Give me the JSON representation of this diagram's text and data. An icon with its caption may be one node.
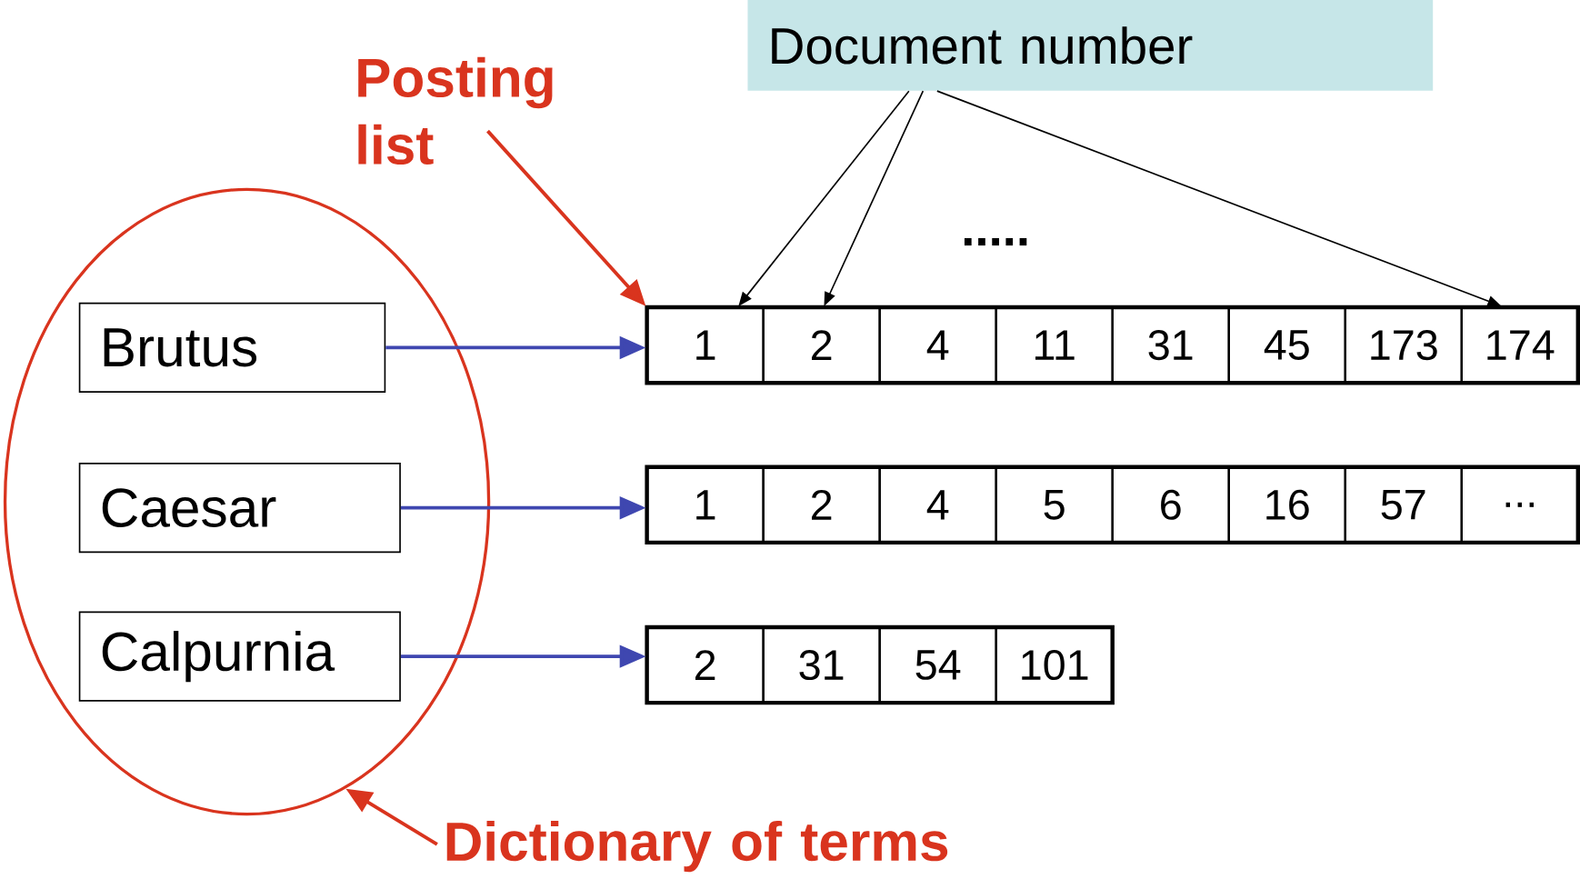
{
  "diagram": {
    "nodes": [
      {
        "text": [
          "Document number"
        ]
      },
      {
        "text": [
          "Posting list"
        ]
      },
      {
        "text": [],
        "shape": "circle"
      },
      {
        "text": [
          "Brutus"
        ],
        "in": 2
      },
      {
        "text": [
          "1"
        ]
      },
      {
        "text": [
          "2"
        ]
      },
      {
        "text": [
          "4"
        ]
      },
      {
        "text": [
          "11"
        ]
      },
      {
        "text": [
          "31"
        ]
      },
      {
        "text": [
          "45"
        ]
      },
      {
        "text": [
          "173"
        ]
      },
      {
        "text": [
          "174"
        ]
      },
      {
        "text": [
          "Caesar"
        ],
        "in": 2
      },
      {
        "text": [
          "1"
        ]
      },
      {
        "text": [
          "2"
        ]
      },
      {
        "text": [
          "4"
        ]
      },
      {
        "text": [
          "5"
        ]
      },
      {
        "text": [
          "6"
        ]
      },
      {
        "text": [
          "16"
        ]
      },
      {
        "text": [
          "57"
        ]
      },
      {
        "text": [
          "..."
        ]
      },
      {
        "text": [
          "Calpurnia"
        ],
        "in": 2
      },
      {
        "text": [
          "2"
        ]
      },
      {
        "text": [
          "31"
        ]
      },
      {
        "text": [
          "54"
        ]
      },
      {
        "text": [
          "101"
        ]
      },
      {
        "text": [
          "Dictionary of terms"
        ]
      }
    ],
    "edges": [
      {
        "from": 0,
        "to": 4,
        "arrow": "to"
      },
      {
        "from": 0,
        "to": 5,
        "arrow": "to"
      },
      {
        "from": 0,
        "to": 11,
        "arrow": "to"
      },
      {
        "from": 1,
        "to": 4,
        "arrow": "to",
        "color": "#d9341e"
      },
      {
        "from": 3,
        "to": 4,
        "arrow": "to",
        "color": "#3f47b0"
      },
      {
        "from": 12,
        "to": 13,
        "arrow": "to",
        "color": "#3f47b0"
      },
      {
        "from": 21,
        "to": 22,
        "arrow": "to",
        "color": "#3f47b0"
      },
      {
        "from": 26,
        "to": 2,
        "arrow": "to",
        "color": "#d9341e"
      }
    ],
    "labels": [
      "....."
    ]
  }
}
